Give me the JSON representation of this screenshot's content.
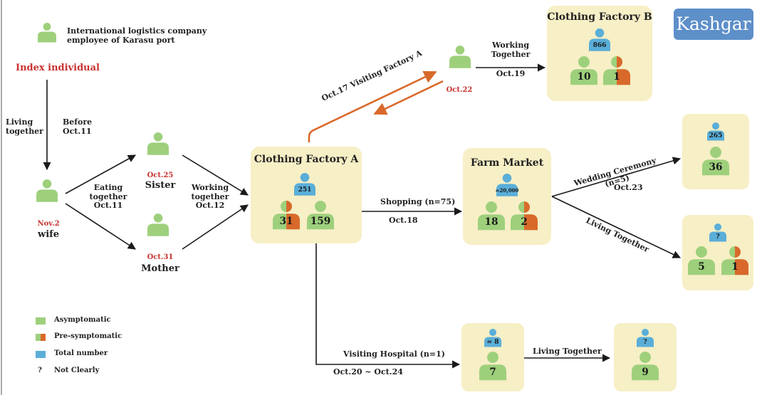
{
  "badge": "Kashgar",
  "colors": {
    "asymptomatic": "#9ed07c",
    "presymptomatic": "#d9692a",
    "total": "#5aaed8",
    "box": "#f7efc6",
    "arrow_orange": "#d9692a",
    "date_red": "#c8322f"
  },
  "index": {
    "desc_line1": "International logistics company",
    "desc_line2": "employee of Karasu port",
    "title": "Index individual"
  },
  "wife": {
    "date": "Nov.2",
    "name": "wife"
  },
  "sister": {
    "date": "Oct.25",
    "name": "Sister"
  },
  "mother": {
    "date": "Oct.31",
    "name": "Mother"
  },
  "oct22_person": {
    "date": "Oct.22"
  },
  "factory_a": {
    "title": "Clothing Factory A",
    "total": "251",
    "pre": "31",
    "asym": "159"
  },
  "factory_b": {
    "title": "Clothing Factory B",
    "total": "866",
    "asym": "10",
    "pre": "1"
  },
  "farm_market": {
    "title": "Farm Market",
    "total": "≈20,000",
    "asym": "18",
    "pre": "2"
  },
  "wedding_group": {
    "total": "265",
    "asym": "36"
  },
  "living_group": {
    "total": "?",
    "asym": "5",
    "pre": "1"
  },
  "hospital_group": {
    "total": "≈ 8",
    "asym": "7"
  },
  "hospital_living_group": {
    "total": "?",
    "asym": "9"
  },
  "edges": {
    "living_together": {
      "line1": "Living",
      "line2": "together"
    },
    "before_oct11": {
      "line1": "Before",
      "line2": "Oct.11"
    },
    "eating": {
      "line1": "Eating",
      "line2": "together",
      "line3": "Oct.11"
    },
    "working_12": {
      "line1": "Working",
      "line2": "together",
      "line3": "Oct.12"
    },
    "visiting_factory": "Oct.17 Visiting Factory A",
    "working_19": {
      "line1": "Working",
      "line2": "Together",
      "line3": "Oct.19"
    },
    "shopping": {
      "line1": "Shopping (n=75)",
      "line2": "Oct.18"
    },
    "wedding": {
      "line1": "Wedding Ceremony",
      "line2": "(n=5)",
      "line3": "Oct.23"
    },
    "living_together_market": "Living Together",
    "hospital": {
      "line1": "Visiting Hospital (n=1)",
      "line2": "Oct.20 ~ Oct.24"
    },
    "living_together_hospital": "Living Together"
  },
  "legend": {
    "asymptomatic": "Asymptomatic",
    "presymptomatic": "Pre-symptomatic",
    "total": "Total number",
    "not_clearly_symbol": "?",
    "not_clearly": "Not Clearly"
  }
}
